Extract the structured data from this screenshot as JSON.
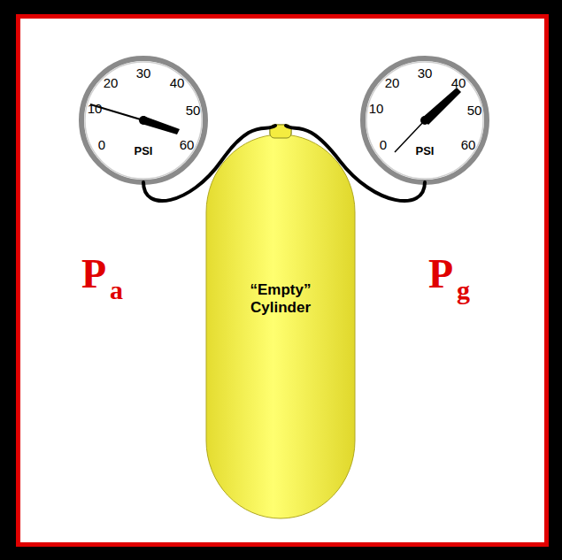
{
  "diagram": {
    "nodes": [
      {
        "text": [
          "30",
          "20",
          "40",
          "10",
          "50",
          "0",
          "60",
          "PSI"
        ]
      },
      {
        "text": [
          "30",
          "20",
          "40",
          "10",
          "50",
          "0",
          "60",
          "PSI"
        ]
      },
      {
        "text": [
          "“Empty” Cylinder"
        ]
      }
    ],
    "edges": [
      {
        "from": 0,
        "to": 2,
        "arrow": "none"
      },
      {
        "from": 1,
        "to": 2,
        "arrow": "none"
      }
    ],
    "labels": [
      "P",
      "a",
      "P",
      "g"
    ]
  }
}
